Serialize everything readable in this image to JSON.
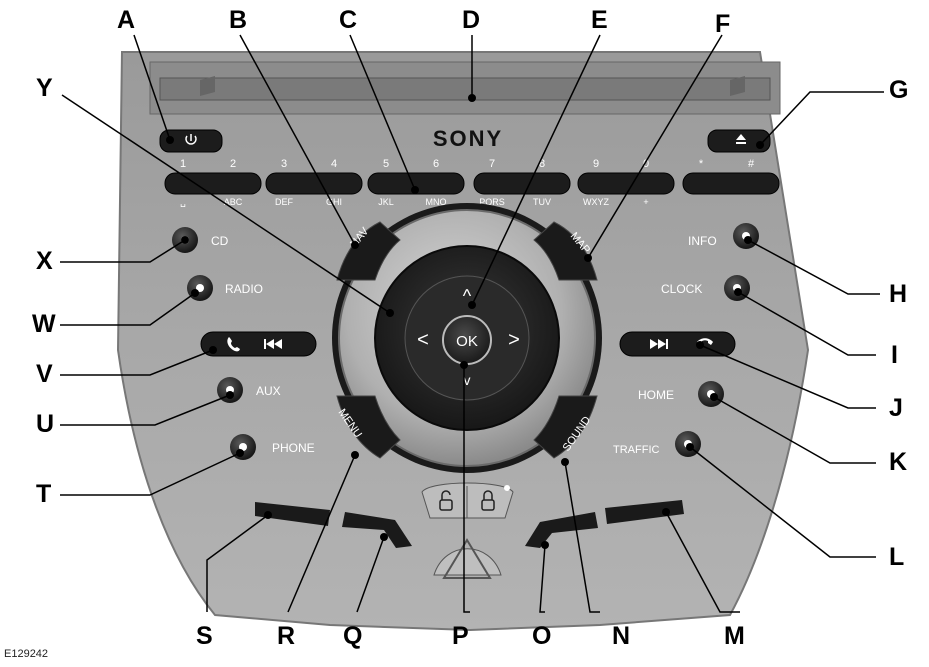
{
  "brand": "SONY",
  "figure_code": "E129242",
  "keypad": [
    {
      "digits": [
        "1",
        "2"
      ],
      "letters": [
        "␣",
        "ABC"
      ]
    },
    {
      "digits": [
        "3",
        "4"
      ],
      "letters": [
        "DEF",
        "GHI"
      ]
    },
    {
      "digits": [
        "5",
        "6"
      ],
      "letters": [
        "JKL",
        "MNO"
      ]
    },
    {
      "digits": [
        "7",
        "8"
      ],
      "letters": [
        "PQRS",
        "TUV"
      ]
    },
    {
      "digits": [
        "9",
        "0"
      ],
      "letters": [
        "WXYZ",
        "+"
      ]
    },
    {
      "digits": [
        "*",
        "#"
      ],
      "letters": [
        "",
        ""
      ]
    }
  ],
  "left_buttons": {
    "cd": "CD",
    "radio": "RADIO",
    "aux": "AUX",
    "phone": "PHONE"
  },
  "right_buttons": {
    "info": "INFO",
    "clock": "CLOCK",
    "home": "HOME",
    "traffic": "TRAFFIC"
  },
  "ring_labels": {
    "nav": "NAV",
    "map": "MAP",
    "menu": "MENU",
    "sound": "SOUND"
  },
  "center": {
    "ok": "OK",
    "up": "^",
    "down": "v",
    "left": "<",
    "right": ">"
  },
  "icons": {
    "power": "power-icon",
    "eject": "eject-icon",
    "phone_answer": "phone-answer-icon",
    "seek_back": "seek-back-icon",
    "seek_forward": "seek-forward-icon",
    "phone_hangup": "phone-hangup-icon",
    "unlock": "unlock-icon",
    "lock": "lock-icon",
    "hazard": "hazard-triangle-icon"
  },
  "callouts": {
    "A": "A",
    "B": "B",
    "C": "C",
    "D": "D",
    "E": "E",
    "F": "F",
    "G": "G",
    "H": "H",
    "I": "I",
    "J": "J",
    "K": "K",
    "L": "L",
    "M": "M",
    "N": "N",
    "O": "O",
    "P": "P",
    "Q": "Q",
    "R": "R",
    "S": "S",
    "T": "T",
    "U": "U",
    "V": "V",
    "W": "W",
    "X": "X",
    "Y": "Y"
  }
}
